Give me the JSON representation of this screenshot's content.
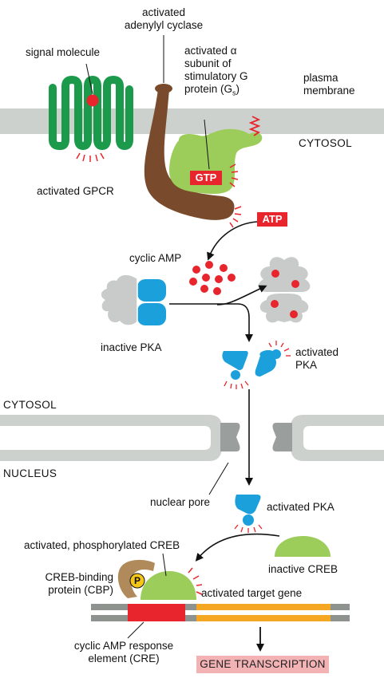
{
  "labels": {
    "activated_adenylyl_cyclase": "activated\nadenylyl cyclase",
    "signal_molecule": "signal molecule",
    "activated_alpha_subunit_lines": [
      "activated α",
      "subunit of",
      "stimulatory G",
      "protein (G"
    ],
    "alpha_subunit_subscript": "s",
    "alpha_subunit_close": ")",
    "plasma_membrane": "plasma\nmembrane",
    "cytosol_top": "CYTOSOL",
    "activated_gpcr": "activated GPCR",
    "gtp": "GTP",
    "atp": "ATP",
    "cyclic_amp": "cyclic AMP",
    "inactive_pka": "inactive PKA",
    "activated_pka_top": "activated\nPKA",
    "cytosol_nuclear": "CYTOSOL",
    "nucleus": "NUCLEUS",
    "nuclear_pore": "nuclear pore",
    "activated_pka_nucleus": "activated PKA",
    "activated_phosphorylated_creb": "activated, phosphorylated CREB",
    "creb_binding_protein": "CREB-binding\nprotein (CBP)",
    "phosphate": "P",
    "inactive_creb": "inactive CREB",
    "activated_target_gene": "activated target gene",
    "cre": "cyclic AMP response\nelement (CRE)",
    "gene_transcription": "GENE TRANSCRIPTION"
  },
  "colors": {
    "membrane": "#cdd1ce",
    "gpcr": "#1a9a4a",
    "adenylyl_cyclase": "#7a4a2c",
    "g_protein": "#9ccc5a",
    "red": "#e8242c",
    "pka_grey": "#c8cbc9",
    "pka_blue": "#1ba0dc",
    "pore_grey": "#9a9e9c",
    "dna_grey": "#8f9390",
    "gene_orange": "#f5a623",
    "cbp": "#b08a5a",
    "phosphate_yellow": "#f5c518",
    "gene_transcription_bg": "#f3b3b5"
  }
}
